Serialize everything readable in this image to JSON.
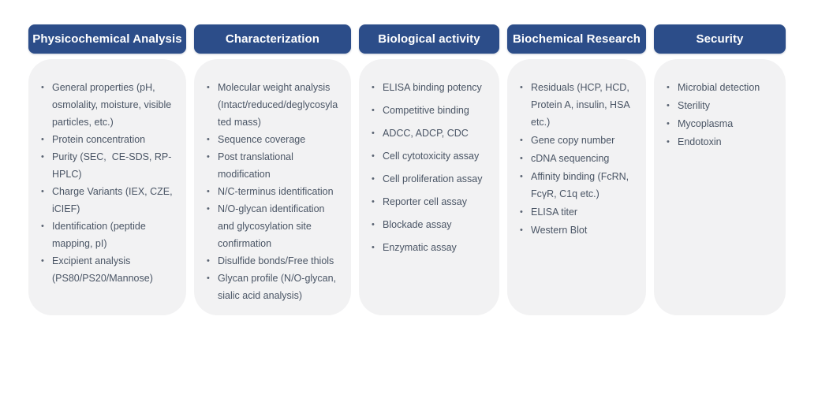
{
  "theme": {
    "header_background": "#2c4d89",
    "header_text_color": "#ffffff",
    "card_background": "#f2f2f3",
    "body_text_color": "#4a5565",
    "bullet_glyph": "•"
  },
  "columns": [
    {
      "header": "Physicochemical Analysis",
      "items": [
        "General properties (pH, osmolality, moisture, visible particles, etc.)",
        "Protein concentration",
        "Purity (SEC,  CE-SDS, RP-HPLC)",
        "Charge Variants (IEX, CZE, iCIEF)",
        "Identification (peptide mapping, pI)",
        "Excipient analysis (PS80/PS20/Mannose)"
      ]
    },
    {
      "header": "Characterization",
      "items": [
        "Molecular weight analysis (Intact/reduced/deglycosylated mass)",
        "Sequence coverage",
        "Post translational modification",
        "N/C-terminus identification",
        "N/O-glycan identification and glycosylation site confirmation",
        "Disulfide bonds/Free thiols",
        "Glycan profile (N/O-glycan, sialic acid analysis)"
      ]
    },
    {
      "header": "Biological activity",
      "items": [
        "ELISA binding potency",
        "Competitive binding",
        "ADCC, ADCP, CDC",
        "Cell cytotoxicity assay",
        "Cell proliferation assay",
        "Reporter cell assay",
        "Blockade assay",
        "Enzymatic assay"
      ]
    },
    {
      "header": "Biochemical Research",
      "items": [
        "Residuals (HCP, HCD, Protein A, insulin, HSA etc.)",
        "Gene copy number",
        "cDNA sequencing",
        "Affinity binding (FcRN, FcγR, C1q etc.)",
        "ELISA titer",
        "Western Blot"
      ]
    },
    {
      "header": "Security",
      "items": [
        "Microbial detection",
        "Sterility",
        "Mycoplasma",
        "Endotoxin"
      ]
    }
  ]
}
